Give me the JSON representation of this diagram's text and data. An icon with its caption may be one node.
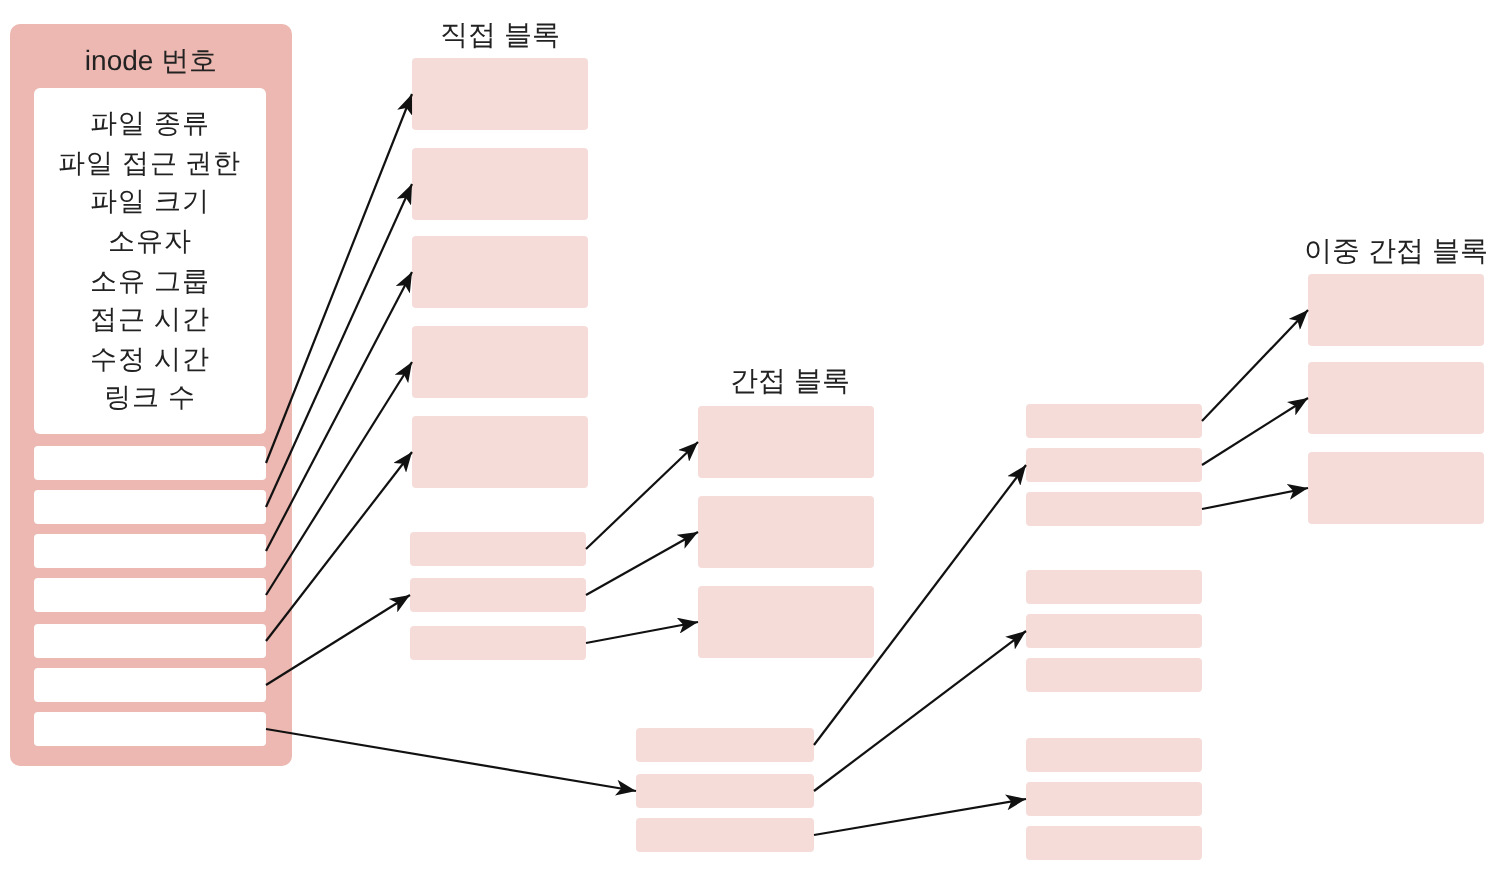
{
  "diagram": {
    "nodes": [
      {
        "text": [
          "inode 번호"
        ]
      },
      {
        "text": [
          "파일 종류",
          "파일 접근 권한",
          "파일 크기",
          "소유자",
          "소유 그룹",
          "접근 시간",
          "수정 시간",
          "링크 수"
        ],
        "in": 0
      },
      {
        "text": [],
        "shape": "box",
        "in": 0
      },
      {
        "text": [],
        "shape": "box",
        "in": 0
      },
      {
        "text": [],
        "shape": "box",
        "in": 0
      },
      {
        "text": [],
        "shape": "box",
        "in": 0
      },
      {
        "text": [],
        "shape": "box",
        "in": 0
      },
      {
        "text": [],
        "shape": "box",
        "in": 0
      },
      {
        "text": [],
        "shape": "box",
        "in": 0
      },
      {
        "text": [],
        "shape": "box"
      },
      {
        "text": [],
        "shape": "box"
      },
      {
        "text": [],
        "shape": "box"
      },
      {
        "text": [],
        "shape": "box"
      },
      {
        "text": [],
        "shape": "box"
      },
      {
        "text": [],
        "shape": "box"
      },
      {
        "text": [],
        "shape": "box"
      },
      {
        "text": [],
        "shape": "box"
      },
      {
        "text": [],
        "shape": "box"
      },
      {
        "text": [],
        "shape": "box"
      },
      {
        "text": [],
        "shape": "box"
      },
      {
        "text": [],
        "shape": "box"
      },
      {
        "text": [],
        "shape": "box"
      },
      {
        "text": [],
        "shape": "box"
      },
      {
        "text": [],
        "shape": "box"
      },
      {
        "text": [],
        "shape": "box"
      },
      {
        "text": [],
        "shape": "box"
      },
      {
        "text": [],
        "shape": "box"
      },
      {
        "text": [],
        "shape": "box"
      },
      {
        "text": [],
        "shape": "box"
      },
      {
        "text": [],
        "shape": "box"
      },
      {
        "text": [],
        "shape": "box"
      },
      {
        "text": [],
        "shape": "box"
      },
      {
        "text": [],
        "shape": "box"
      },
      {
        "text": [],
        "shape": "box"
      },
      {
        "text": [],
        "shape": "box"
      }
    ],
    "edges": [
      {
        "from": 2,
        "to": 9,
        "arrow": "to"
      },
      {
        "from": 3,
        "to": 10,
        "arrow": "to"
      },
      {
        "from": 4,
        "to": 11,
        "arrow": "to"
      },
      {
        "from": 5,
        "to": 12,
        "arrow": "to"
      },
      {
        "from": 6,
        "to": 13,
        "arrow": "to"
      },
      {
        "from": 7,
        "to": 15,
        "arrow": "to"
      },
      {
        "from": 8,
        "to": 21,
        "arrow": "to"
      },
      {
        "from": 14,
        "to": 17,
        "arrow": "to"
      },
      {
        "from": 15,
        "to": 18,
        "arrow": "to"
      },
      {
        "from": 16,
        "to": 19,
        "arrow": "to"
      },
      {
        "from": 20,
        "to": 24,
        "arrow": "to"
      },
      {
        "from": 21,
        "to": 27,
        "arrow": "to"
      },
      {
        "from": 22,
        "to": 30,
        "arrow": "to"
      },
      {
        "from": 23,
        "to": 32,
        "arrow": "to"
      },
      {
        "from": 24,
        "to": 33,
        "arrow": "to"
      },
      {
        "from": 25,
        "to": 34,
        "arrow": "to"
      }
    ],
    "labels": [
      "직접 블록",
      "간접 블록",
      "이중 간접 블록"
    ]
  }
}
